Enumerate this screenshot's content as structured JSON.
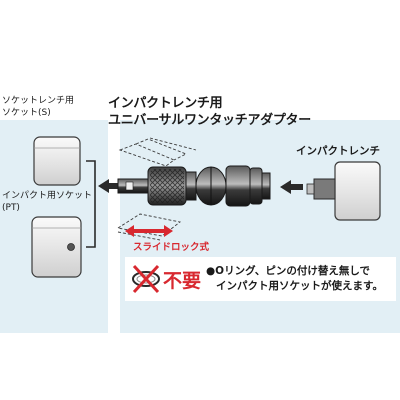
{
  "title_line1": "インパクトレンチ用",
  "title_line2": "ユニバーサルワンタッチアダプター",
  "socket_wrench_label_line1": "ソケットレンチ用",
  "socket_wrench_label_line2": "ソケット(S)",
  "impact_socket_label_line1": "インパクト用ソケット",
  "impact_socket_label_line2": "(PT)",
  "impact_wrench_label": "インパクトレンチ",
  "slide_lock_label": "スライドロック式",
  "fuyou_label": "不要",
  "note_line1": "●Oリング、ピンの付け替え無しで",
  "note_line2": "インパクト用ソケットが使えます。",
  "colors": {
    "panel": "#e2eff5",
    "socket_body": "#ececec",
    "socket_stroke": "#3a3a3a",
    "adapter_dark": "#2f2f2f",
    "accent_red": "#d8282f",
    "text": "#1a1a1a"
  },
  "icons": [
    "arrow-left-icon",
    "double-arrow-icon",
    "crossed-o-ring-icon"
  ]
}
